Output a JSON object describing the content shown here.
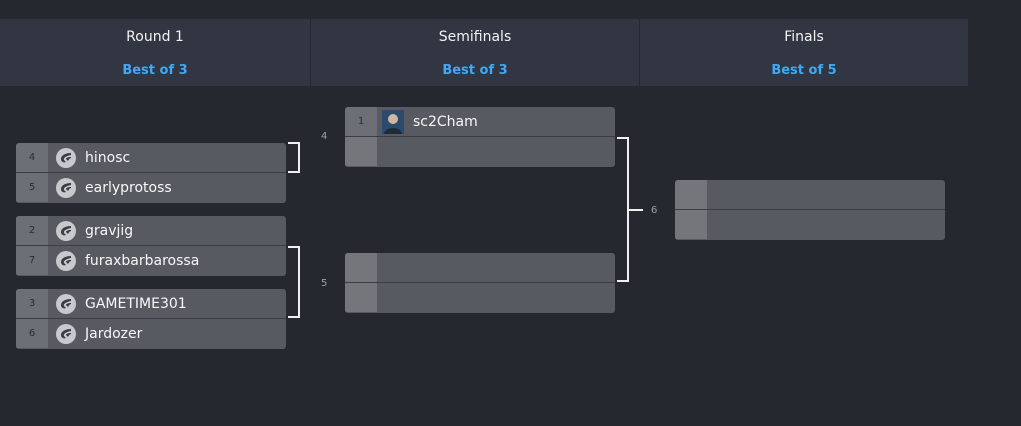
{
  "rounds": [
    {
      "title": "Round 1",
      "best_of": "Best of 3"
    },
    {
      "title": "Semifinals",
      "best_of": "Best of 3"
    },
    {
      "title": "Finals",
      "best_of": "Best of 5"
    }
  ],
  "round1": [
    {
      "top": {
        "seed": "4",
        "name": "hinosc"
      },
      "bottom": {
        "seed": "5",
        "name": "earlyprotoss"
      }
    },
    {
      "top": {
        "seed": "2",
        "name": "gravjig"
      },
      "bottom": {
        "seed": "7",
        "name": "furaxbarbarossa"
      }
    },
    {
      "top": {
        "seed": "3",
        "name": "GAMETIME301"
      },
      "bottom": {
        "seed": "6",
        "name": "Jardozer"
      }
    }
  ],
  "semifinals": [
    {
      "top": {
        "seed": "1",
        "name": "sc2Cham"
      },
      "bottom": {
        "seed": "",
        "name": ""
      }
    },
    {
      "top": {
        "seed": "",
        "name": ""
      },
      "bottom": {
        "seed": "",
        "name": ""
      }
    }
  ],
  "finals": [
    {
      "top": {
        "seed": "",
        "name": ""
      },
      "bottom": {
        "seed": "",
        "name": ""
      }
    }
  ],
  "match_numbers": {
    "m4": "4",
    "m5": "5",
    "m6": "6"
  },
  "icons": {
    "team_logo": "wing-logo-icon",
    "player_avatar": "player-avatar"
  },
  "colors": {
    "background": "#262830",
    "header": "#323642",
    "accent": "#3fa9f5",
    "match_bg": "#585a62"
  }
}
